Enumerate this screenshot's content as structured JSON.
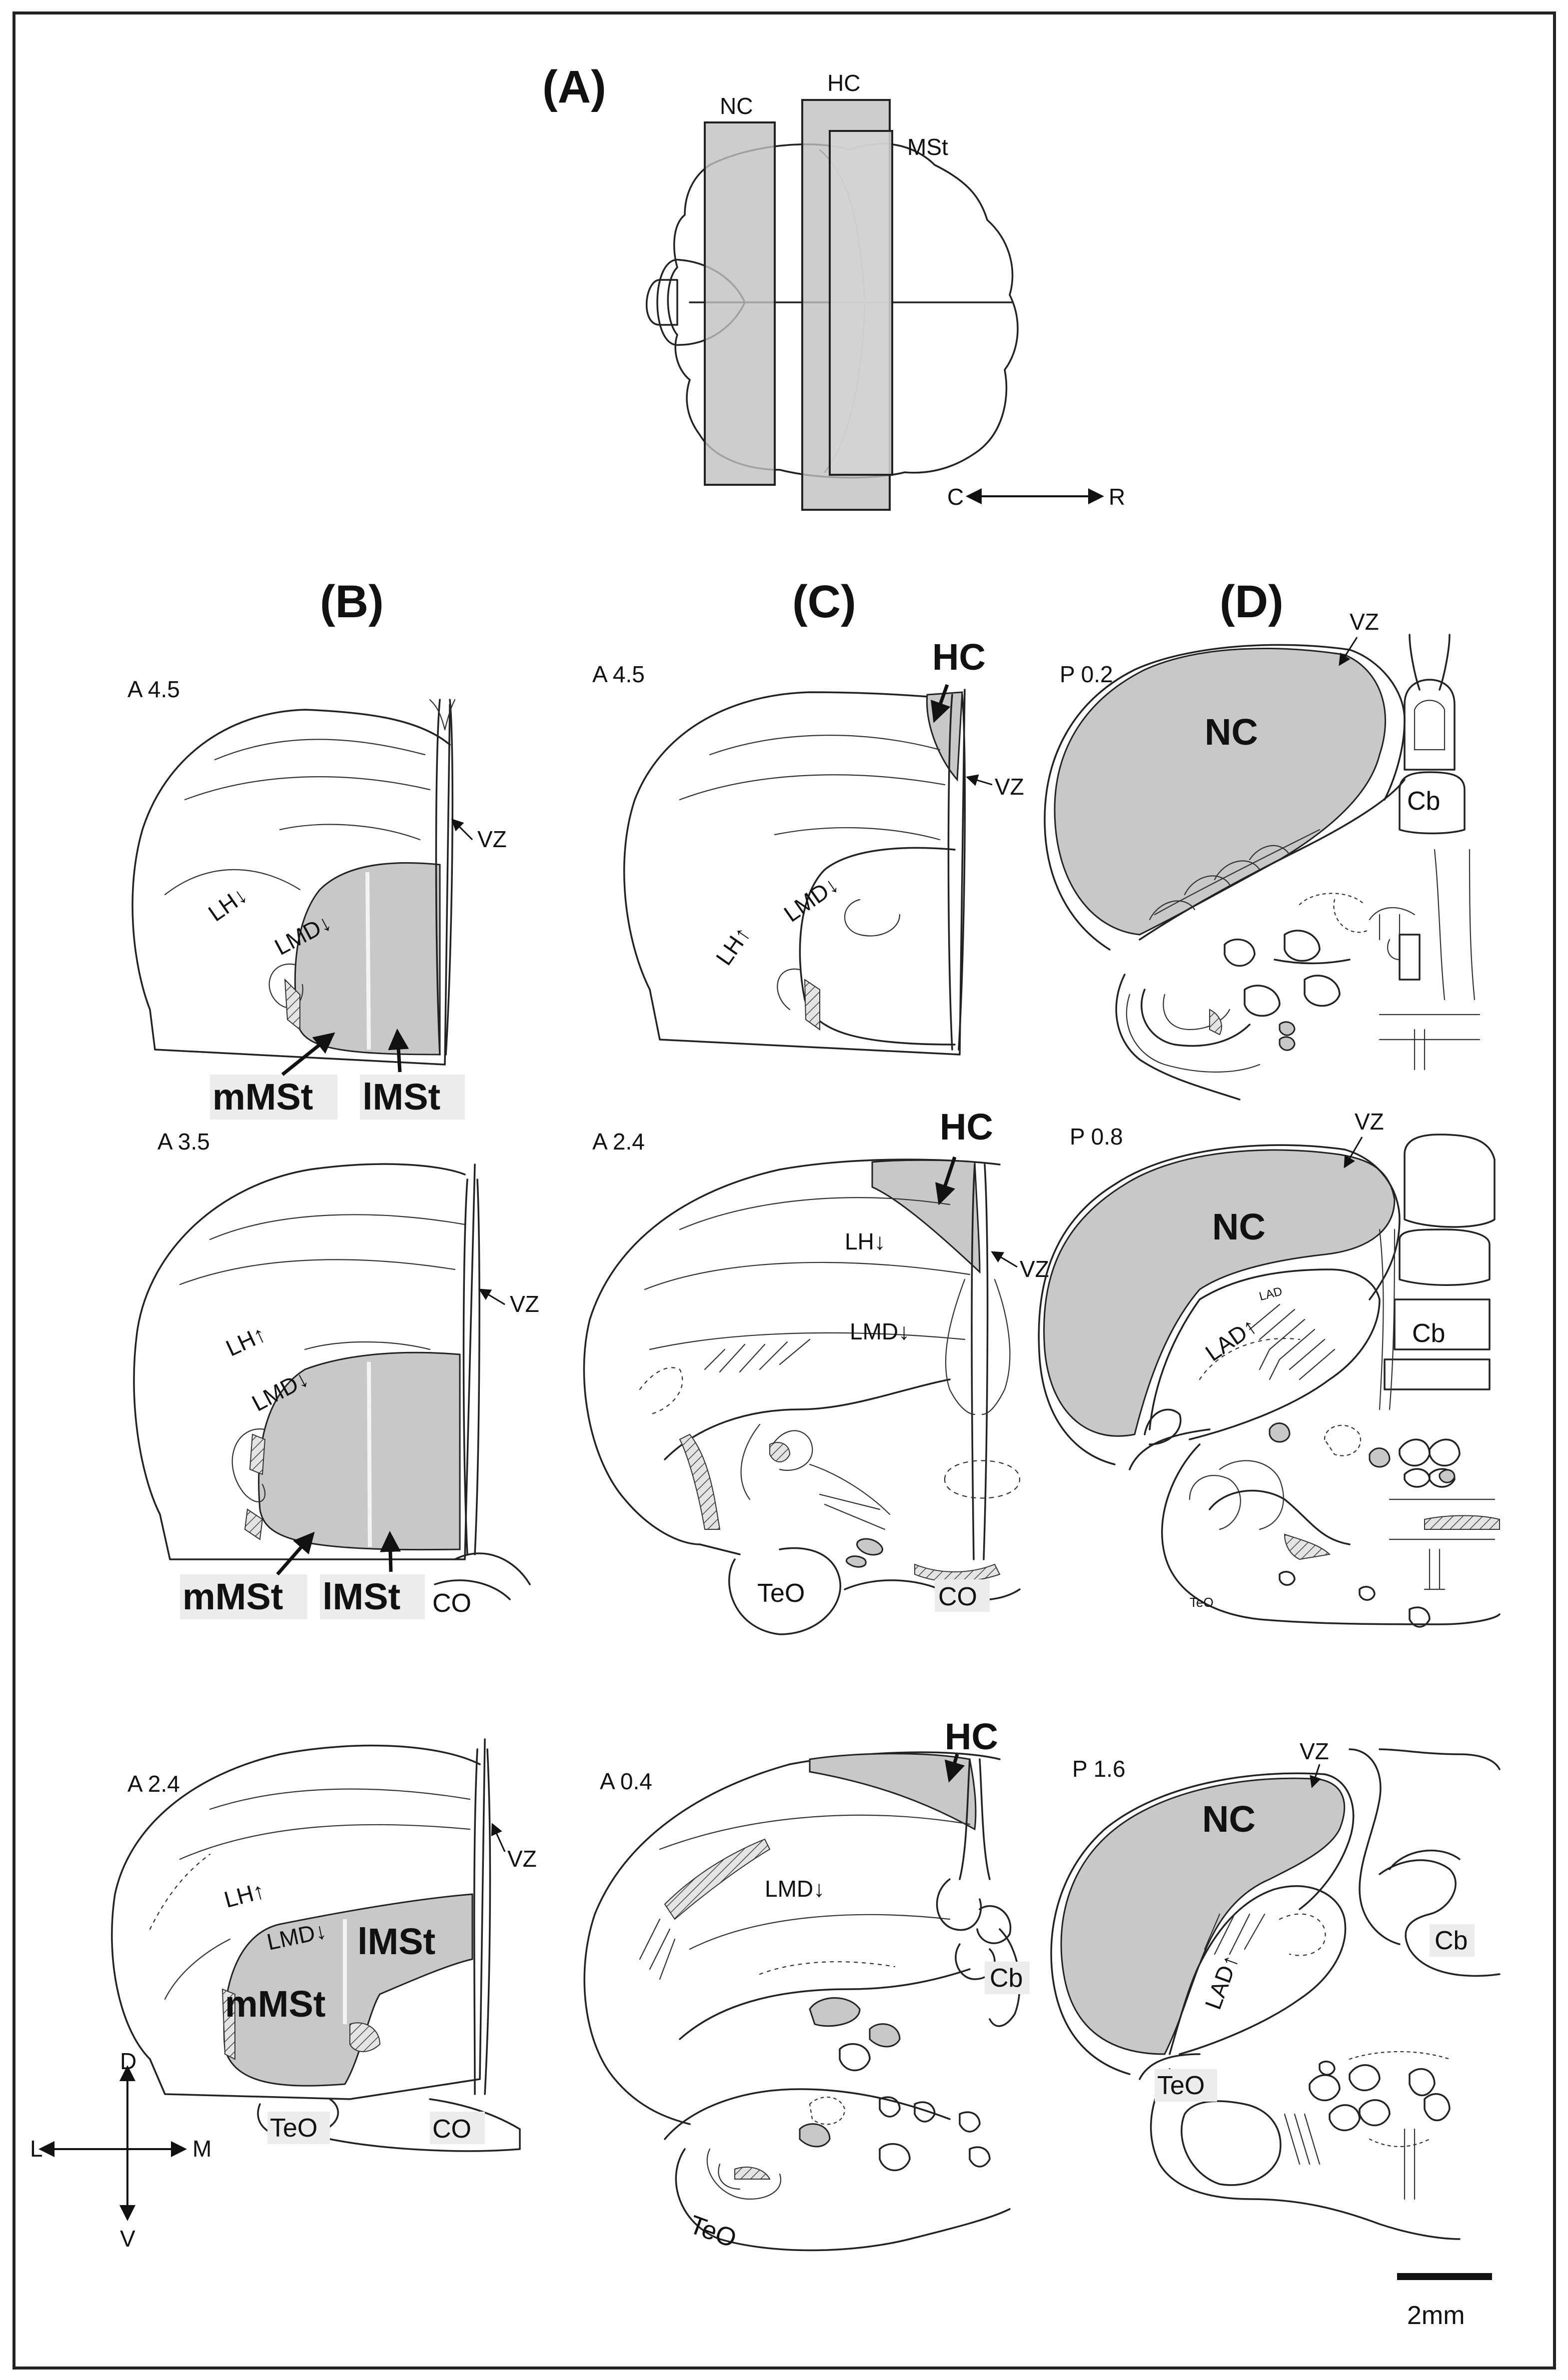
{
  "panels": {
    "A": {
      "label": "(A)",
      "nc": "NC",
      "hc": "HC",
      "mst": "MSt",
      "caudal": "C",
      "rostral": "R"
    },
    "B": {
      "label": "(B)",
      "s1": {
        "level": "A 4.5",
        "lh": "LH↓",
        "lmd": "LMD↓",
        "vz": "VZ",
        "mmst": "mMSt",
        "lmst": "lMSt"
      },
      "s2": {
        "level": "A 3.5",
        "lh": "LH↑",
        "lmd": "LMD↓",
        "vz": "VZ",
        "mmst": "mMSt",
        "lmst": "lMSt",
        "co": "CO"
      },
      "s3": {
        "level": "A 2.4",
        "lh": "LH↑",
        "lmd": "LMD↓",
        "vz": "VZ",
        "mmst": "mMSt",
        "lmst": "lMSt",
        "teo": "TeO",
        "co": "CO"
      }
    },
    "C": {
      "label": "(C)",
      "s1": {
        "level": "A 4.5",
        "hc": "HC",
        "vz": "VZ",
        "lh": "LH↑",
        "lmd": "LMD↓"
      },
      "s2": {
        "level": "A 2.4",
        "hc": "HC",
        "lh": "LH↓",
        "lmd": "LMD↓",
        "vz": "VZ",
        "teo": "TeO",
        "co": "CO"
      },
      "s3": {
        "level": "A 0.4",
        "hc": "HC",
        "lmd": "LMD↓",
        "cb": "Cb",
        "teo": "TeO"
      }
    },
    "D": {
      "label": "(D)",
      "s1": {
        "level": "P 0.2",
        "vz": "VZ",
        "nc": "NC",
        "cb": "Cb"
      },
      "s2": {
        "level": "P 0.8",
        "vz": "VZ",
        "nc": "NC",
        "lad": "LAD↑",
        "lad_small": "LAD",
        "cb": "Cb",
        "teo": "TeO"
      },
      "s3": {
        "level": "P 1.6",
        "vz": "VZ",
        "nc": "NC",
        "lad": "LAD↑",
        "cb": "Cb",
        "teo": "TeO"
      }
    }
  },
  "orientation": {
    "d": "D",
    "v": "V",
    "l": "L",
    "m": "M"
  },
  "scale_bar": {
    "label": "2mm"
  }
}
